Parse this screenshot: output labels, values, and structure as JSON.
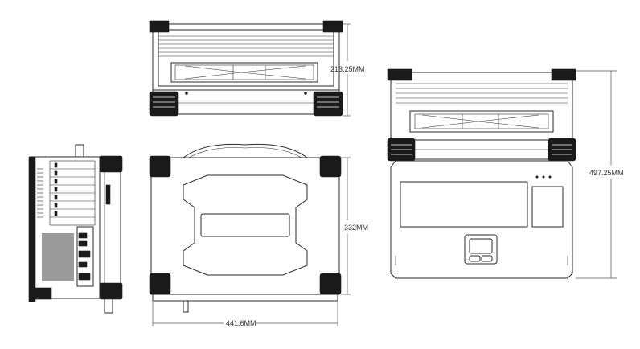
{
  "dimensions": {
    "top_view_depth": "213.25MM",
    "front_view_height": "332MM",
    "front_view_width": "441.6MM",
    "open_view_height": "497.25MM"
  }
}
